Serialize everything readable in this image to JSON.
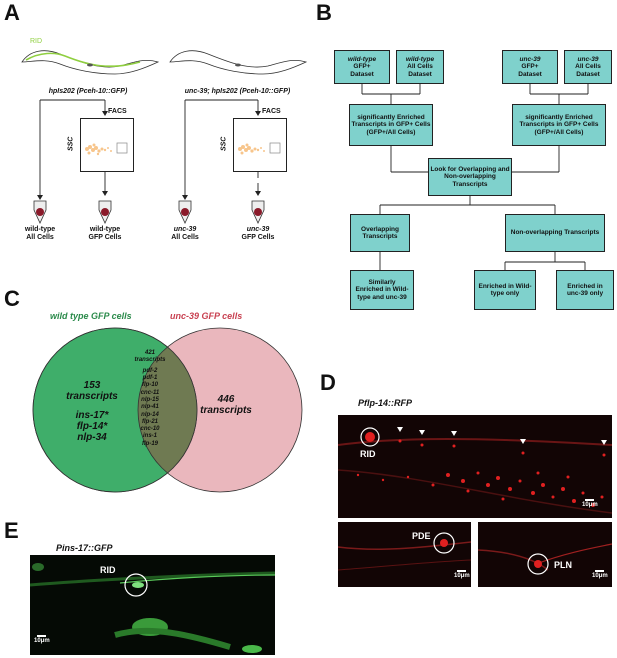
{
  "panels": {
    "a": {
      "letter": "A",
      "worm_label_rid": "RID",
      "left_strain": "hpIs202 (Pceh-10::GFP)",
      "right_strain": "unc-39; hpIs202 (Pceh-10::GFP)",
      "facs": "FACS",
      "ssc": "SSC",
      "left_all": [
        "wild-type",
        "All Cells"
      ],
      "left_gfp": [
        "wild-type",
        "GFP Cells"
      ],
      "right_all": [
        "unc-39",
        "All Cells"
      ],
      "right_gfp": [
        "unc-39",
        "GFP Cells"
      ]
    },
    "b": {
      "letter": "B",
      "box_wt_gfp": [
        "wild-type",
        "GFP+",
        "Dataset"
      ],
      "box_wt_all": [
        "wild-type",
        "All Cells",
        "Dataset"
      ],
      "box_unc_gfp": [
        "unc-39",
        "GFP+",
        "Dataset"
      ],
      "box_unc_all": [
        "unc-39",
        "All Cells",
        "Dataset"
      ],
      "box_sig_left": "significantly Enriched Transcripts in GFP+ Cells (GFP+/All Cells)",
      "box_sig_right": "significantly Enriched Transcripts in GFP+ Cells (GFP+/All Cells)",
      "box_look": "Look for Overlapping and Non-overlapping Transcripts",
      "box_overlap": "Overlapping Transcripts",
      "box_nonoverlap": "Non-overlapping Transcripts",
      "box_similar": [
        "Similarly",
        "Enriched in Wild-",
        "type and unc-39"
      ],
      "box_wt_only": [
        "Enriched in Wild-",
        "type only"
      ],
      "box_unc_only": [
        "Enriched in",
        "unc-39 only"
      ]
    },
    "c": {
      "letter": "C",
      "wt_title": "wild type GFP cells",
      "unc_title": "unc-39 GFP cells",
      "wt_count": "153",
      "wt_unit": "transcripts",
      "wt_genes": [
        "ins-17*",
        "flp-14*",
        "nlp-34"
      ],
      "overlap_count": "421",
      "overlap_unit": "transcripts",
      "overlap_genes": [
        "pdf-2",
        "pdf-1",
        "flp-10",
        "cnc-11",
        "nlp-15",
        "nlp-41",
        "nlp-14",
        "flp-21",
        "cnc-10",
        "ins-1",
        "flp-19"
      ],
      "unc_count": "446",
      "unc_unit": "transcripts",
      "wt_color": "#3fae6a",
      "unc_color": "#eab7bd",
      "overlap_color": "#6f7a52"
    },
    "d": {
      "letter": "D",
      "title": "Pflp-14::RFP",
      "main_label": "RID",
      "main_scale": "10μm",
      "pde_label": "PDE",
      "pde_scale": "10μm",
      "pln_label": "PLN",
      "pln_scale": "10μm"
    },
    "e": {
      "letter": "E",
      "title": "Pins-17::GFP",
      "label": "RID",
      "scale": "10μm"
    }
  }
}
